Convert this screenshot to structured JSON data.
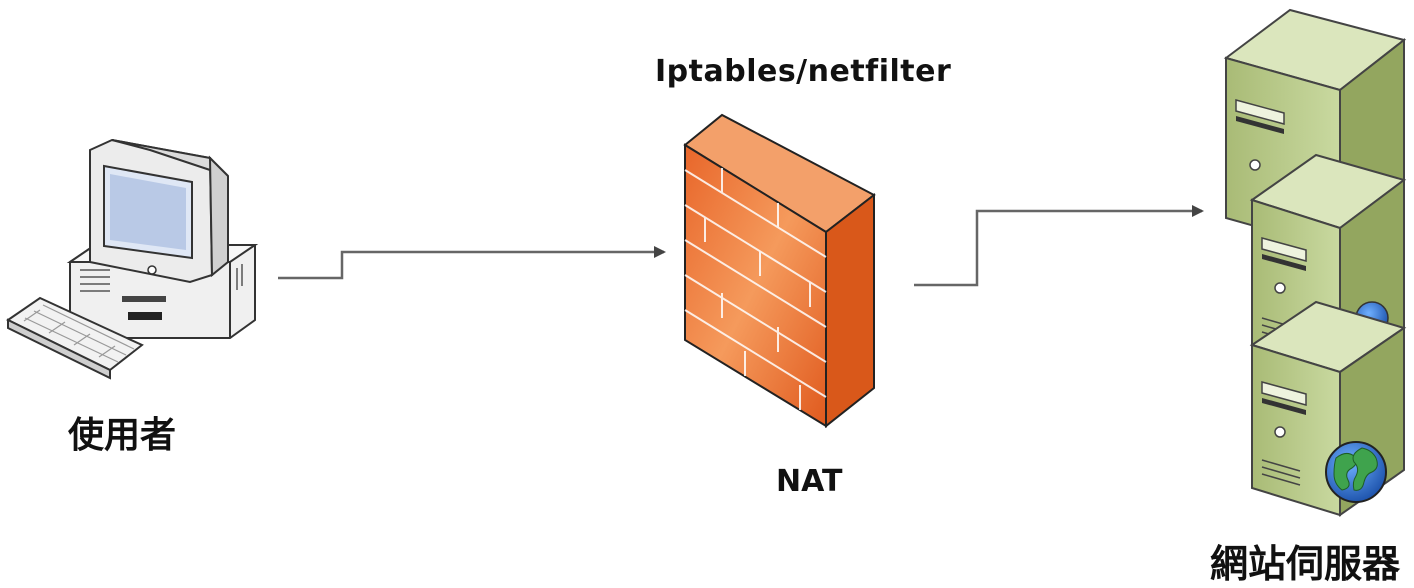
{
  "labels": {
    "firewall_top": "Iptables/netfilter",
    "firewall_bottom": "NAT",
    "user": "使用者",
    "server": "網站伺服器"
  },
  "icons": {
    "user": "desktop-computer-icon",
    "firewall": "firewall-brick-wall-icon",
    "server": "web-server-stack-icon"
  },
  "colors": {
    "firewall": "#f07a2e",
    "server": "#b7c98a",
    "connector": "#5a5a5a"
  }
}
